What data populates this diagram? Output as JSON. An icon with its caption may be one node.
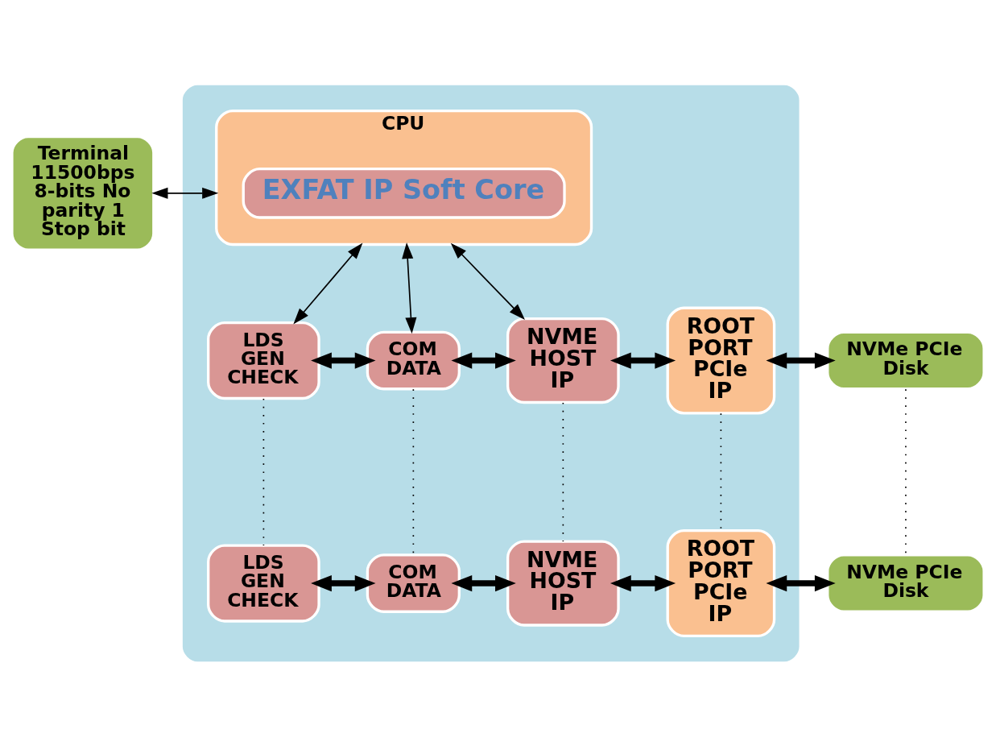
{
  "diagram": {
    "nodes": [
      {
        "text": [],
        "shape": "box"
      },
      {
        "text": [
          "Terminal",
          "11500bps 8-bits No parity 1 Stop bit"
        ]
      },
      {
        "text": [
          "CPU"
        ],
        "in": 0
      },
      {
        "text": [
          "EXFAT IP Soft Core"
        ],
        "in": 2
      },
      {
        "text": [
          "LDS GEN CHECK"
        ],
        "in": 0
      },
      {
        "text": [
          "COM DATA"
        ],
        "in": 0
      },
      {
        "text": [
          "NVME HOST IP"
        ],
        "in": 0
      },
      {
        "text": [
          "ROOT PORT PCIe IP"
        ],
        "in": 0
      },
      {
        "text": [
          "NVMe PCIe Disk"
        ]
      },
      {
        "text": [
          "LDS GEN CHECK"
        ],
        "in": 0
      },
      {
        "text": [
          "COM DATA"
        ],
        "in": 0
      },
      {
        "text": [
          "NVME HOST IP"
        ],
        "in": 0
      },
      {
        "text": [
          "ROOT PORT PCIe IP"
        ],
        "in": 0
      },
      {
        "text": [
          "NVMe PCIe Disk"
        ]
      }
    ],
    "edges": [
      {
        "from": 1,
        "to": 2,
        "arrow": "both"
      },
      {
        "from": 2,
        "to": 4,
        "arrow": "both"
      },
      {
        "from": 2,
        "to": 5,
        "arrow": "both"
      },
      {
        "from": 2,
        "to": 6,
        "arrow": "both"
      },
      {
        "from": 4,
        "to": 5,
        "arrow": "both",
        "style": "thick"
      },
      {
        "from": 5,
        "to": 6,
        "arrow": "both",
        "style": "thick"
      },
      {
        "from": 6,
        "to": 7,
        "arrow": "both",
        "style": "thick"
      },
      {
        "from": 7,
        "to": 8,
        "arrow": "both",
        "style": "thick"
      },
      {
        "from": 4,
        "to": 9,
        "arrow": "none",
        "style": "dashed"
      },
      {
        "from": 5,
        "to": 10,
        "arrow": "none",
        "style": "dashed"
      },
      {
        "from": 6,
        "to": 11,
        "arrow": "none",
        "style": "dashed"
      },
      {
        "from": 7,
        "to": 12,
        "arrow": "none",
        "style": "dashed"
      },
      {
        "from": 8,
        "to": 13,
        "arrow": "none",
        "style": "dashed"
      },
      {
        "from": 9,
        "to": 10,
        "arrow": "both",
        "style": "thick"
      },
      {
        "from": 10,
        "to": 11,
        "arrow": "both",
        "style": "thick"
      },
      {
        "from": 11,
        "to": 12,
        "arrow": "both",
        "style": "thick"
      },
      {
        "from": 12,
        "to": 13,
        "arrow": "both",
        "style": "thick"
      }
    ]
  }
}
